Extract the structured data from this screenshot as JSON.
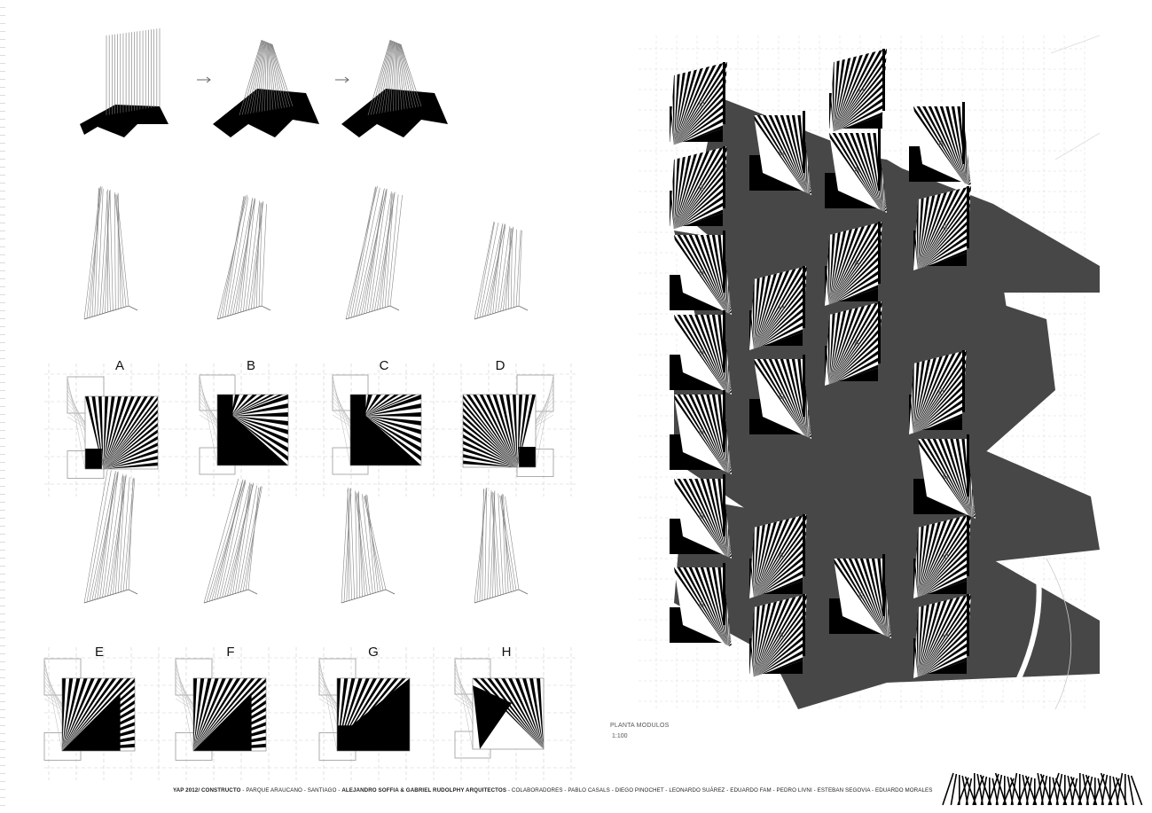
{
  "modules_row1": [
    "A",
    "B",
    "C",
    "D"
  ],
  "modules_row2": [
    "E",
    "F",
    "G",
    "H"
  ],
  "plan": {
    "title": "PLANTA MODULOS",
    "scale": "1:100",
    "module_labels": [
      "D",
      "G",
      "H",
      "A",
      "B",
      "A",
      "B",
      "B",
      "A",
      "B",
      "A",
      "G",
      "D",
      "B",
      "H",
      "B",
      "A",
      "E",
      "A",
      "B"
    ]
  },
  "credits": {
    "project": "YAP 2012/ CONSTRUCTO",
    "location": " - PARQUE ARAUCANO - SANTIAGO - ",
    "architects": "ALEJANDRO SOFFIA & GABRIEL RUDOLPHY ARQUITECTOS",
    "collaborators": " - COLABORADORES - PABLO CASALS - DIEGO PINOCHET - LEONARDO SUÁREZ - EDUARDO FAM - PEDRO LIVNI - ESTEBAN SEGOVIA - EDUARDO MORALES"
  },
  "colors": {
    "shadow": "#474747",
    "black": "#000000",
    "grid": "#cfcfcf",
    "gray": "#8a8a8a"
  }
}
